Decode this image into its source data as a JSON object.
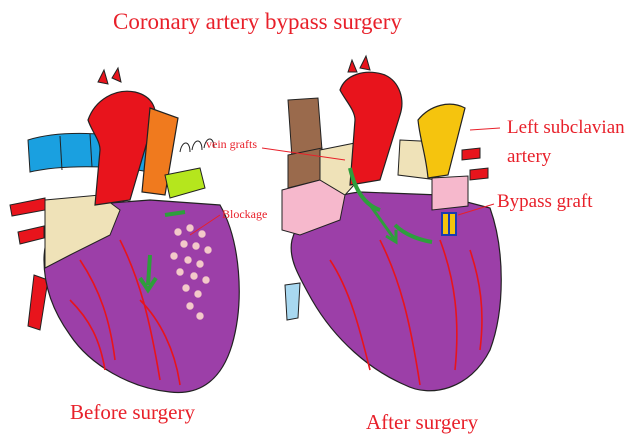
{
  "title": "Coronary artery bypass surgery",
  "labels": {
    "vein_grafts": "vein grafts",
    "blockage": "Blockage",
    "left_subclavian_line1": "Left subclavian",
    "left_subclavian_line2": "artery",
    "bypass_graft": "Bypass graft",
    "before_surgery": "Before surgery",
    "after_surgery": "After surgery"
  },
  "colors": {
    "label_red": "#e8202a",
    "heart_purple": "#9c3fa8",
    "artery_red": "#e8141c",
    "aorta_orange": "#f07a1e",
    "subclavian_yellow": "#f5c40e",
    "vein_blue": "#1aa0e0",
    "graft_green": "#2e9e3c",
    "atrium_tan": "#efe2b8",
    "atrium_pink": "#f6b8cc",
    "vessel_brown": "#9a6a4c",
    "blockage_dots": "#f3c9c9"
  },
  "figures": [
    "Before surgery",
    "After surgery"
  ]
}
